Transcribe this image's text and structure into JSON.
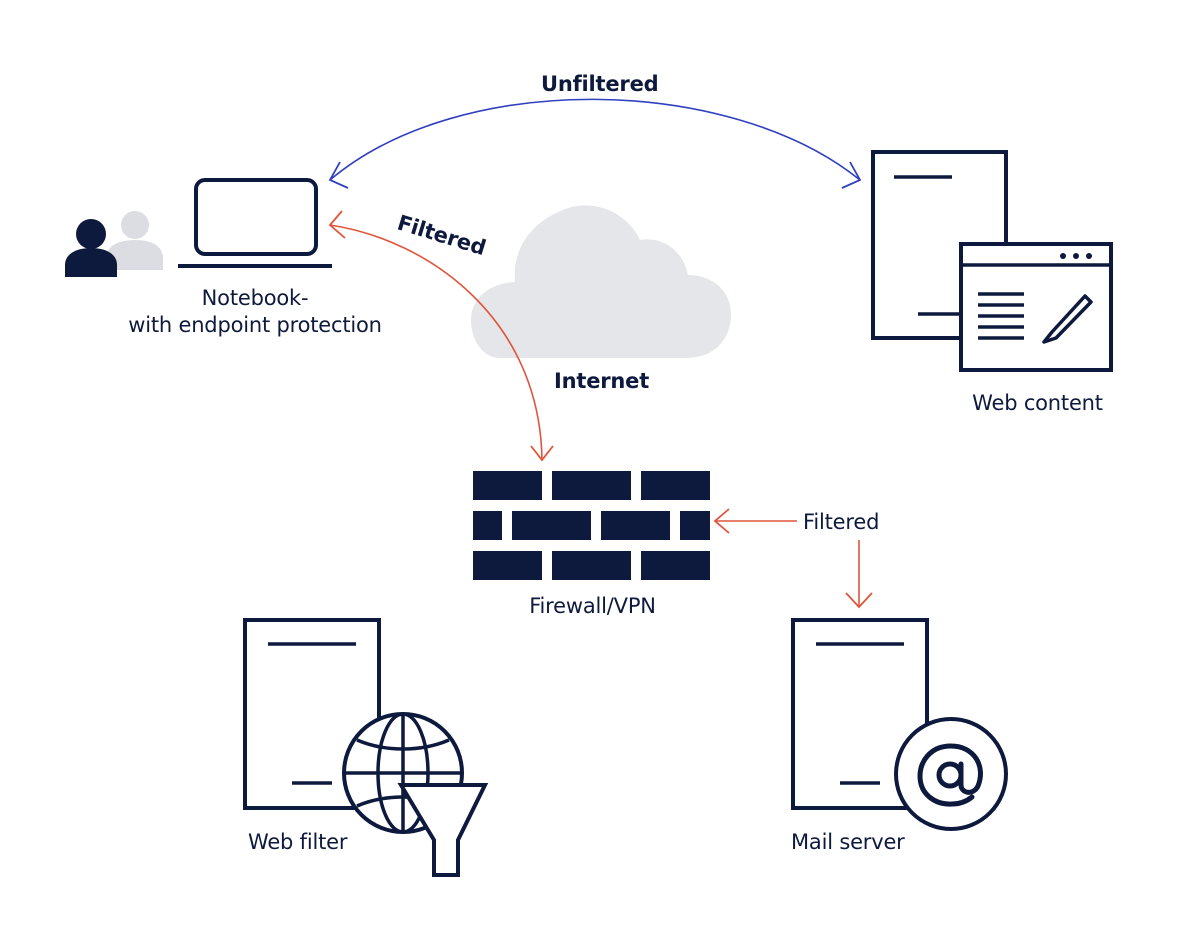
{
  "colors": {
    "navy": "#0e1a3d",
    "cloud": "#e5e6ea",
    "person_light": "#dcdde2",
    "unfiltered_arrow": "#3040c0",
    "filtered_arrow": "#e0553c"
  },
  "connections": {
    "unfiltered": {
      "label": "Unfiltered"
    },
    "filtered_internet": {
      "label": "Filtered"
    },
    "filtered_mail": {
      "label": "Filtered"
    }
  },
  "nodes": {
    "notebook": {
      "label_line1": "Notebook-",
      "label_line2": "with endpoint protection",
      "icons": [
        "laptop-icon",
        "user-icon"
      ]
    },
    "internet": {
      "label": "Internet",
      "icon": "cloud-icon"
    },
    "web_content": {
      "label": "Web content",
      "icons": [
        "server-icon",
        "browser-window-icon",
        "pencil-icon"
      ]
    },
    "firewall": {
      "label": "Firewall/VPN",
      "icon": "brick-wall-icon"
    },
    "web_filter": {
      "label": "Web filter",
      "icons": [
        "server-icon",
        "globe-icon",
        "funnel-icon"
      ]
    },
    "mail_server": {
      "label": "Mail server",
      "icons": [
        "server-icon",
        "at-sign-icon"
      ]
    }
  }
}
